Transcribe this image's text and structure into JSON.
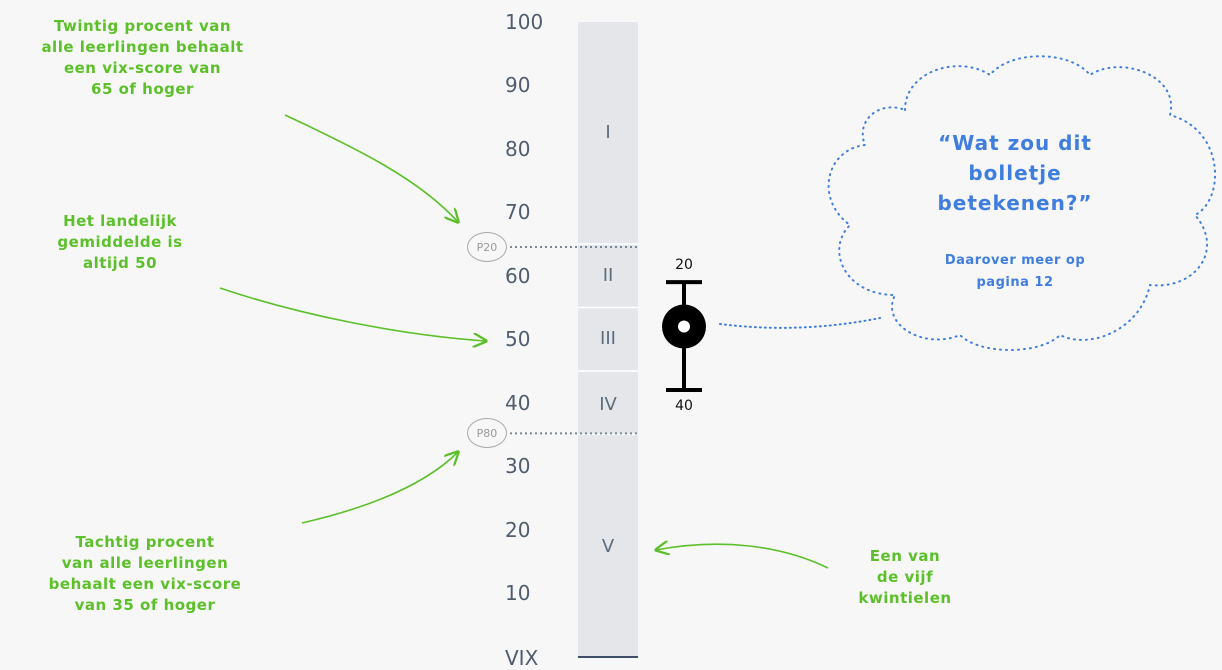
{
  "scale": {
    "ticks": [
      "100",
      "90",
      "80",
      "70",
      "60",
      "50",
      "40",
      "30",
      "20",
      "10"
    ],
    "tick_values": [
      100,
      90,
      80,
      70,
      60,
      50,
      40,
      30,
      20,
      10
    ],
    "axis_label": "VIX"
  },
  "quintiles": [
    {
      "label": "I",
      "from": 65,
      "to": 100
    },
    {
      "label": "II",
      "from": 55,
      "to": 65
    },
    {
      "label": "III",
      "from": 45,
      "to": 55
    },
    {
      "label": "IV",
      "from": 35,
      "to": 45
    },
    {
      "label": "V",
      "from": 0,
      "to": 35
    }
  ],
  "percentiles": [
    {
      "label": "P20",
      "value": 65
    },
    {
      "label": "P80",
      "value": 35
    }
  ],
  "score": {
    "value": 52,
    "upper_label": "20",
    "lower_label": "40",
    "upper_value": 59,
    "lower_value": 42
  },
  "annotations": {
    "p20_note": [
      "Twintig procent van",
      "alle leerlingen behaalt",
      "een vix-score van",
      "65 of hoger"
    ],
    "mean_note": [
      "Het landelijk",
      "gemiddelde is",
      "altijd 50"
    ],
    "p80_note": [
      "Tachtig procent",
      "van alle leerlingen",
      "behaalt een vix-score",
      "van 35 of hoger"
    ],
    "quintile_note": [
      "Een van",
      "de vijf",
      "kwintielen"
    ]
  },
  "cloud": {
    "title": [
      "“Wat zou dit",
      "bolletje",
      "betekenen?”"
    ],
    "subtitle": [
      "Daarover meer op",
      "pagina 12"
    ]
  },
  "colors": {
    "annotation": "#5cc02a",
    "cloud": "#3f7ee0",
    "scale_text": "#4f5d6e",
    "column": "#e4e6ea"
  }
}
